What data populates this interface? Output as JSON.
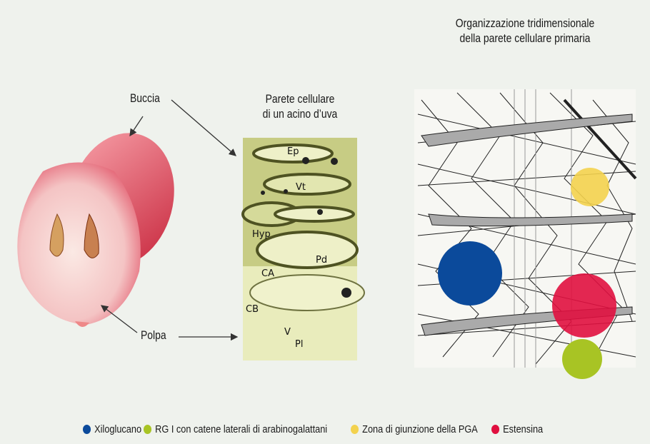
{
  "labels": {
    "buccia": "Buccia",
    "polpa": "Polpa"
  },
  "micrograph": {
    "title_line1": "Parete cellulare",
    "title_line2": "di un acino d’uva",
    "annotations": [
      "Ep",
      "Vt",
      "Hyp",
      "Pd",
      "CA",
      "CB",
      "V",
      "Pl"
    ]
  },
  "network": {
    "title_line1": "Organizzazione tridimensionale",
    "title_line2": "della parete cellulare primaria"
  },
  "legend": [
    {
      "label": "Xiloglucano",
      "color": "#0b4a9b"
    },
    {
      "label": "RG I con catene laterali di arabinogalattani",
      "color": "#a8c424"
    },
    {
      "label": "Zona di giunzione della PGA",
      "color": "#f3d24e"
    },
    {
      "label": "Estensina",
      "color": "#e0103f"
    }
  ]
}
